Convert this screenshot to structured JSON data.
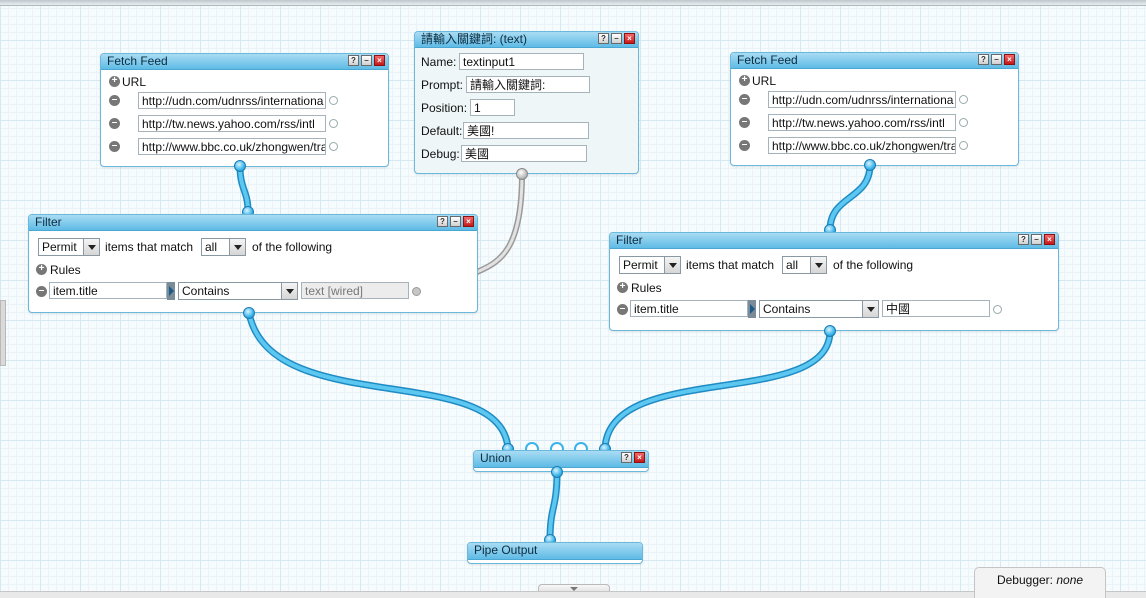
{
  "fetch_feed_1": {
    "title": "Fetch Feed",
    "url_label": "URL",
    "urls": [
      "http://udn.com/udnrss/internationa",
      "http://tw.news.yahoo.com/rss/intl",
      "http://www.bbc.co.uk/zhongwen/tra"
    ]
  },
  "textinput": {
    "title": "請輸入關鍵詞: (text)",
    "name_label": "Name:",
    "name_value": "textinput1",
    "prompt_label": "Prompt:",
    "prompt_value": "請輸入關鍵詞:",
    "position_label": "Position:",
    "position_value": "1",
    "default_label": "Default:",
    "default_value": "美國!",
    "debug_label": "Debug:",
    "debug_value": "美國"
  },
  "fetch_feed_2": {
    "title": "Fetch Feed",
    "url_label": "URL",
    "urls": [
      "http://udn.com/udnrss/internationa",
      "http://tw.news.yahoo.com/rss/intl",
      "http://www.bbc.co.uk/zhongwen/tra"
    ]
  },
  "filter_1": {
    "title": "Filter",
    "mode": "Permit",
    "match_text": "items that match",
    "match_scope": "all",
    "suffix_text": "of the following",
    "rules_label": "Rules",
    "rule_field": "item.title",
    "rule_operator": "Contains",
    "rule_value": "text [wired]"
  },
  "filter_2": {
    "title": "Filter",
    "mode": "Permit",
    "match_text": "items that match",
    "match_scope": "all",
    "suffix_text": "of the following",
    "rules_label": "Rules",
    "rule_field": "item.title",
    "rule_operator": "Contains",
    "rule_value": "中國"
  },
  "union": {
    "title": "Union"
  },
  "pipe_output": {
    "title": "Pipe Output"
  },
  "debugger": {
    "label": "Debugger:",
    "value": "none"
  },
  "colors": {
    "wire": "#3eb6ea",
    "header": "#5fbbe6",
    "close": "#d42020"
  },
  "icons": {
    "help": "?",
    "minimize": "–",
    "close": "×",
    "add": "+",
    "remove": "–"
  }
}
